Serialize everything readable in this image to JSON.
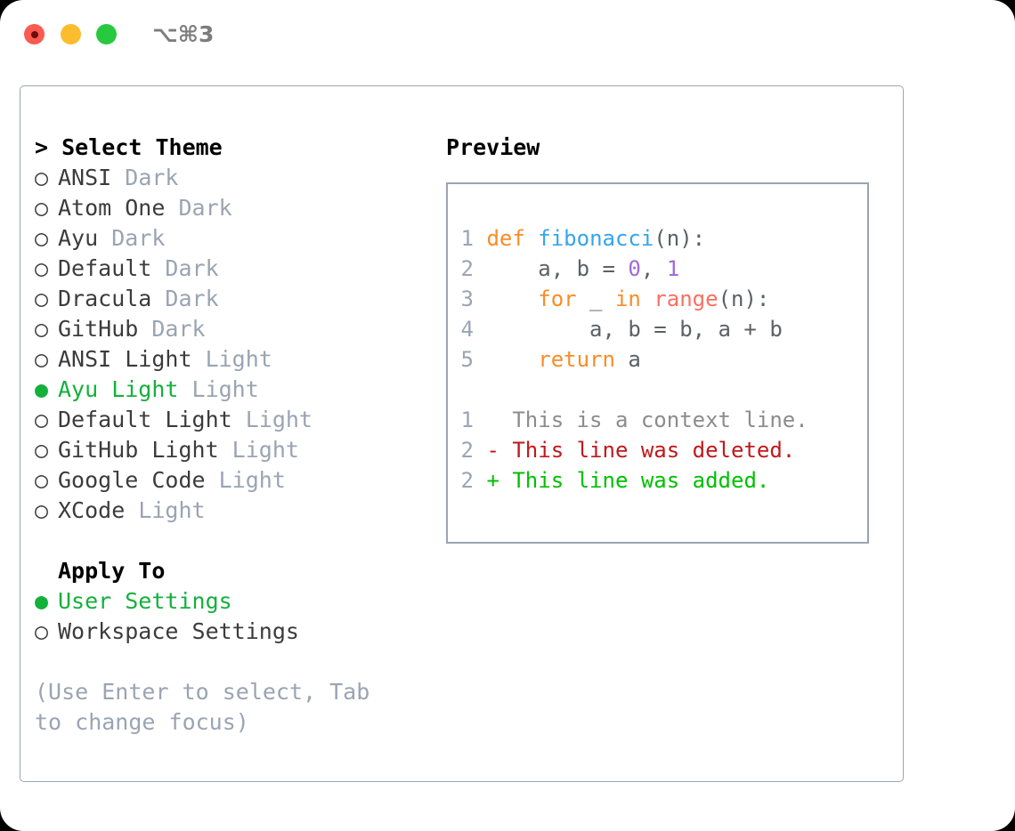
{
  "titlebar": {
    "shortcut": "⌥⌘3",
    "buttons": [
      "close",
      "minimize",
      "maximize"
    ]
  },
  "theme_section": {
    "header_prefix": "> ",
    "header": "Select Theme",
    "items": [
      {
        "bullet": "○",
        "name": "ANSI",
        "kind": "Dark",
        "selected": false
      },
      {
        "bullet": "○",
        "name": "Atom One",
        "kind": "Dark",
        "selected": false
      },
      {
        "bullet": "○",
        "name": "Ayu",
        "kind": "Dark",
        "selected": false
      },
      {
        "bullet": "○",
        "name": "Default",
        "kind": "Dark",
        "selected": false
      },
      {
        "bullet": "○",
        "name": "Dracula",
        "kind": "Dark",
        "selected": false
      },
      {
        "bullet": "○",
        "name": "GitHub",
        "kind": "Dark",
        "selected": false
      },
      {
        "bullet": "○",
        "name": "ANSI Light",
        "kind": "Light",
        "selected": false
      },
      {
        "bullet": "●",
        "name": "Ayu Light",
        "kind": "Light",
        "selected": true
      },
      {
        "bullet": "○",
        "name": "Default Light",
        "kind": "Light",
        "selected": false
      },
      {
        "bullet": "○",
        "name": "GitHub Light",
        "kind": "Light",
        "selected": false
      },
      {
        "bullet": "○",
        "name": "Google Code",
        "kind": "Light",
        "selected": false
      },
      {
        "bullet": "○",
        "name": "XCode",
        "kind": "Light",
        "selected": false
      }
    ]
  },
  "apply_section": {
    "header": "Apply To",
    "items": [
      {
        "bullet": "●",
        "name": "User Settings",
        "selected": true
      },
      {
        "bullet": "○",
        "name": "Workspace Settings",
        "selected": false
      }
    ]
  },
  "hint": "(Use Enter to select, Tab to change focus)",
  "preview": {
    "title": "Preview",
    "code_lines": [
      {
        "num": "1",
        "tokens": [
          {
            "t": " ",
            "c": "plain"
          },
          {
            "t": "def",
            "c": "kw"
          },
          {
            "t": " ",
            "c": "plain"
          },
          {
            "t": "fibonacci",
            "c": "fn"
          },
          {
            "t": "(n):",
            "c": "plain"
          }
        ]
      },
      {
        "num": "2",
        "tokens": [
          {
            "t": "     a, b = ",
            "c": "plain"
          },
          {
            "t": "0",
            "c": "num"
          },
          {
            "t": ", ",
            "c": "plain"
          },
          {
            "t": "1",
            "c": "num"
          }
        ]
      },
      {
        "num": "3",
        "tokens": [
          {
            "t": "     ",
            "c": "plain"
          },
          {
            "t": "for",
            "c": "kw"
          },
          {
            "t": " _ ",
            "c": "plain"
          },
          {
            "t": "in",
            "c": "kw"
          },
          {
            "t": " ",
            "c": "plain"
          },
          {
            "t": "range",
            "c": "bi"
          },
          {
            "t": "(n):",
            "c": "plain"
          }
        ]
      },
      {
        "num": "4",
        "tokens": [
          {
            "t": "         a, b = b, a + b",
            "c": "plain"
          }
        ]
      },
      {
        "num": "5",
        "tokens": [
          {
            "t": "     ",
            "c": "plain"
          },
          {
            "t": "return",
            "c": "kw"
          },
          {
            "t": " a",
            "c": "plain"
          }
        ]
      }
    ],
    "diff_lines": [
      {
        "num": "1",
        "marker": "  ",
        "text": "This is a context line.",
        "kind": "ctx"
      },
      {
        "num": "2",
        "marker": "- ",
        "text": "This line was deleted.",
        "kind": "del"
      },
      {
        "num": "2",
        "marker": "+ ",
        "text": "This line was added.",
        "kind": "add"
      }
    ]
  },
  "colors": {
    "accent_green": "#14b03c",
    "muted": "#9aa4b3",
    "keyword": "#fa8c28",
    "function": "#35a4ef",
    "builtin": "#fa6f62",
    "number": "#a06bdb",
    "diff_add": "#00c000",
    "diff_del": "#c0191b"
  }
}
